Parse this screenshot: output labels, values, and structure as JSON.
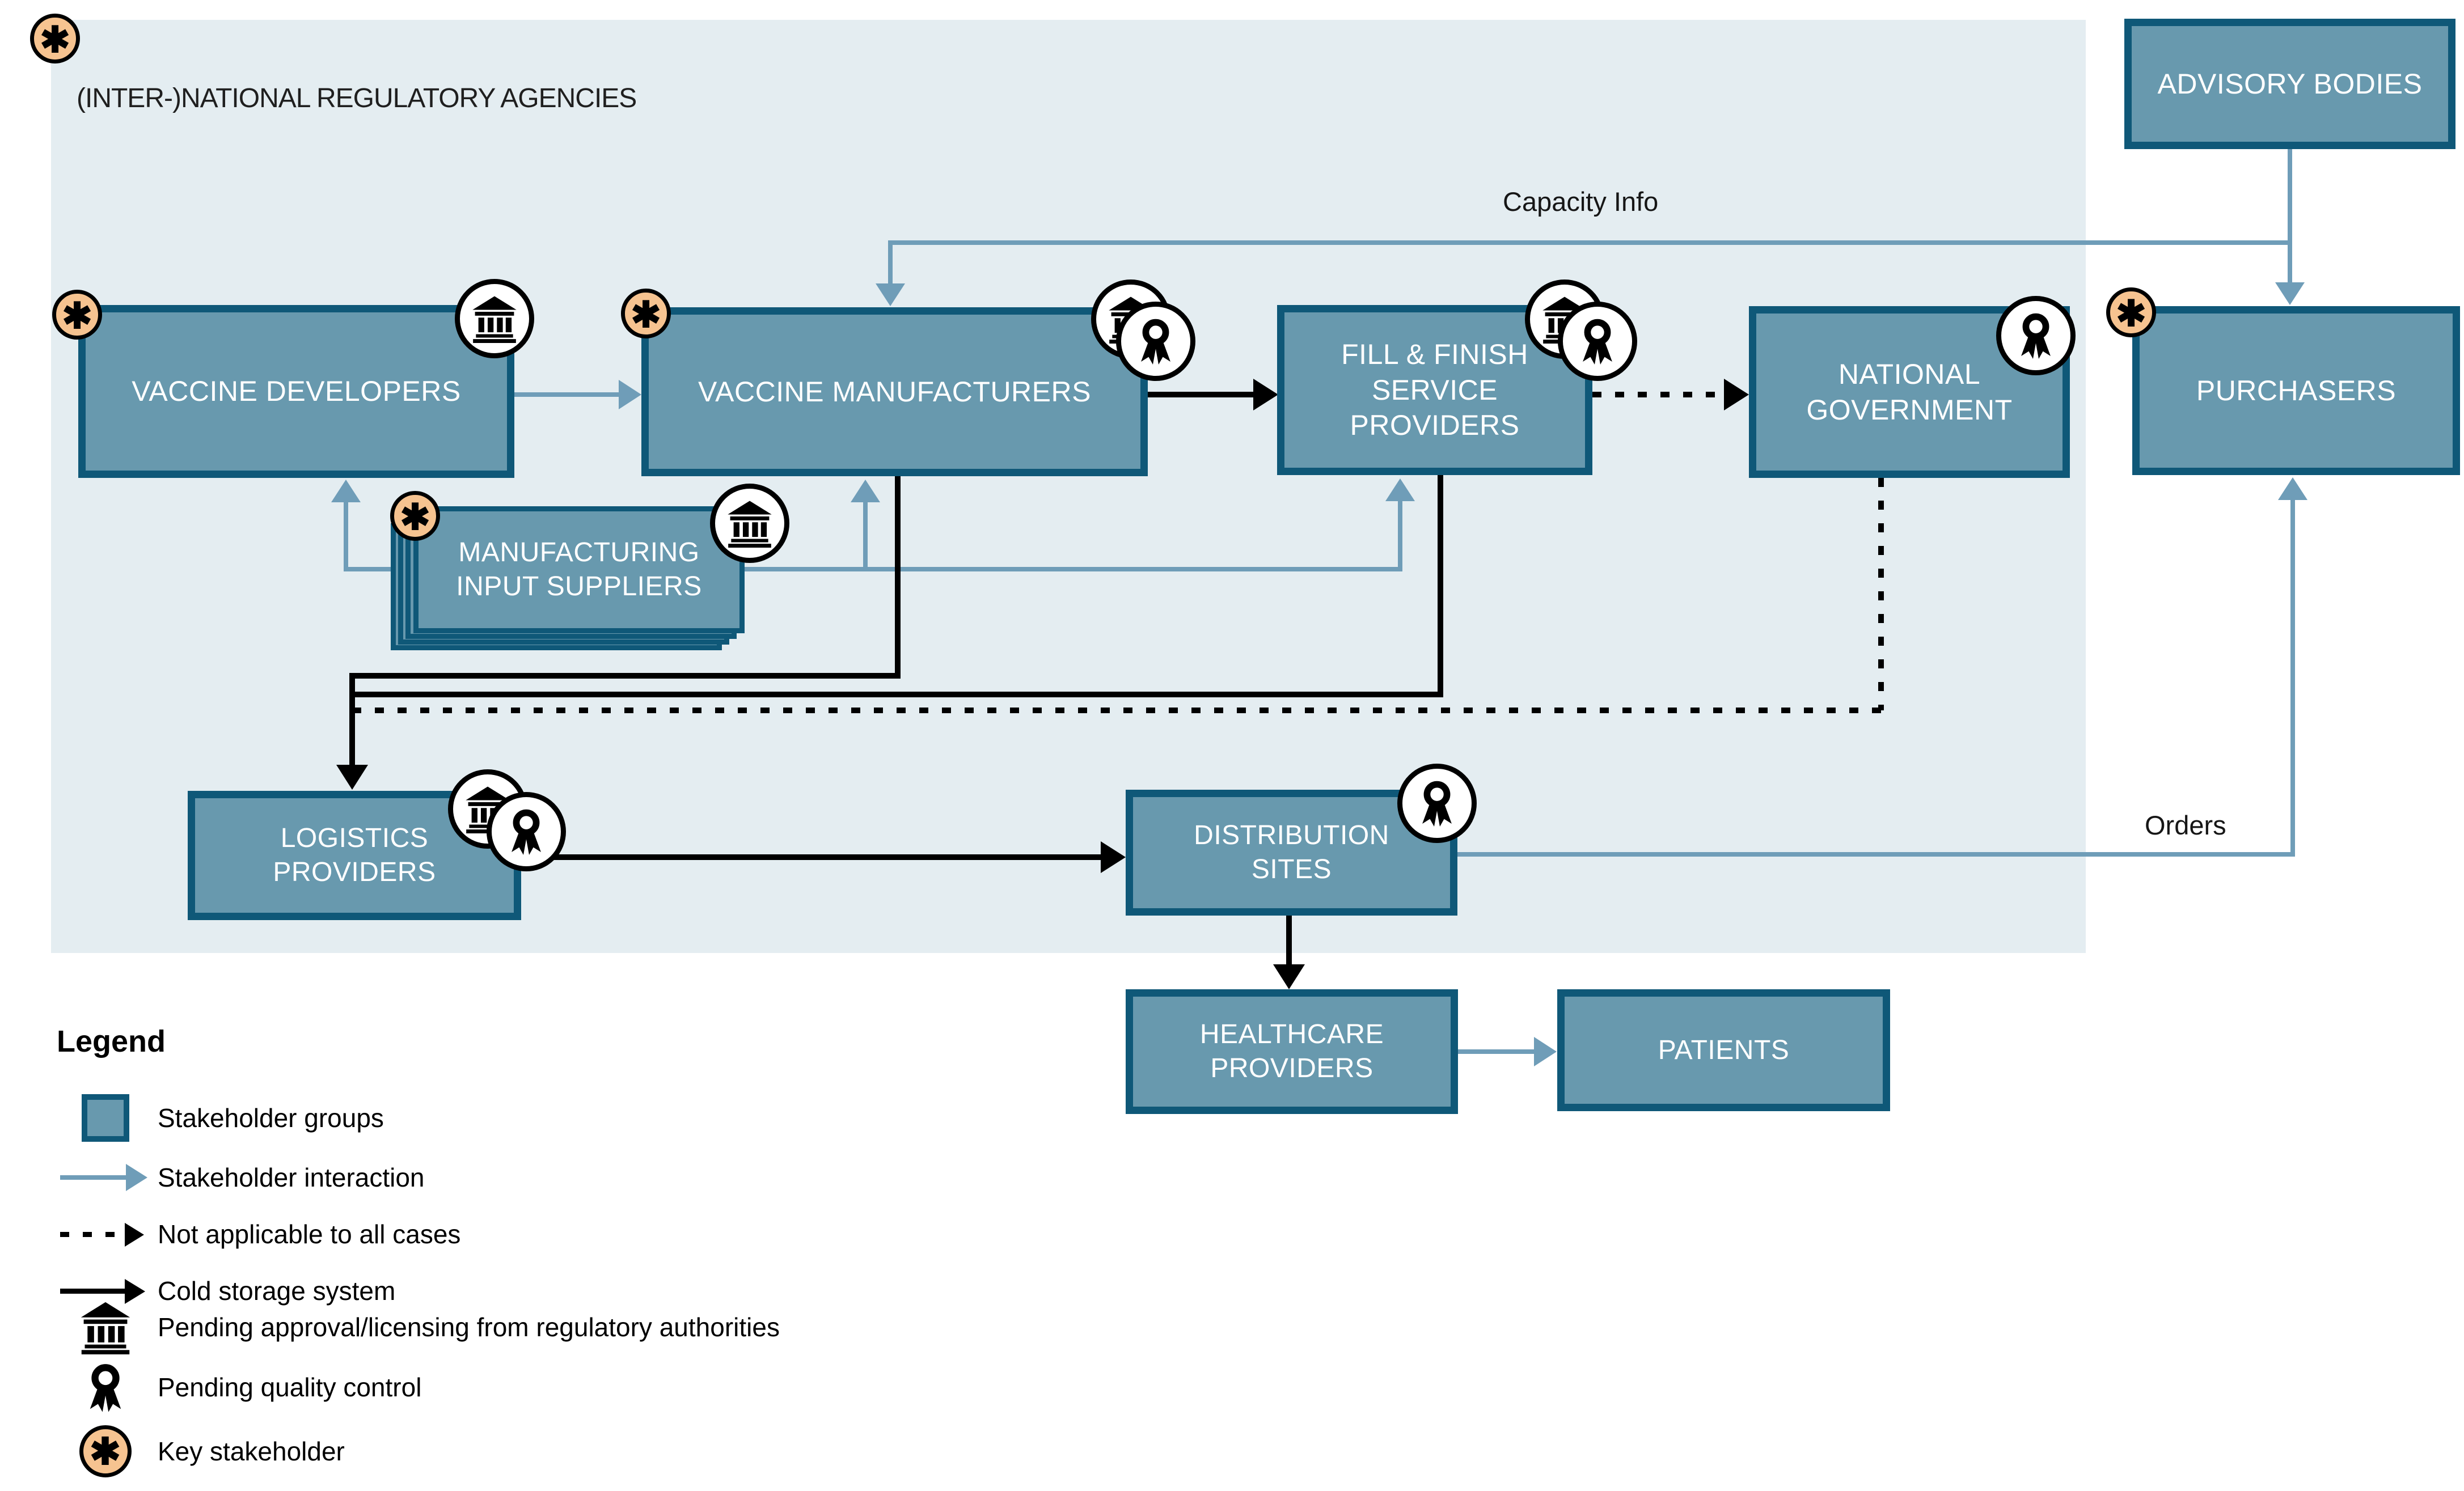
{
  "panel": {
    "title": "(INTER-)NATIONAL REGULATORY AGENCIES"
  },
  "colors": {
    "panel_background": "#e4edf1",
    "node_fill": "#6899ae",
    "node_border": "#0f5878",
    "interaction_arrow": "#6f9db8",
    "cold_storage_arrow": "#000000",
    "key_stakeholder_fill": "#f6c390",
    "node_text": "#ffffff"
  },
  "nodes": {
    "advisory_bodies": {
      "label": "ADVISORY BODIES"
    },
    "vaccine_developers": {
      "label": "VACCINE DEVELOPERS"
    },
    "vaccine_manufacturers": {
      "label": "VACCINE MANUFACTURERS"
    },
    "fill_finish": {
      "label": "FILL & FINISH\nSERVICE\nPROVIDERS"
    },
    "national_government": {
      "label": "NATIONAL\nGOVERNMENT"
    },
    "purchasers": {
      "label": "PURCHASERS"
    },
    "manufacturing_input_suppliers": {
      "label": "MANUFACTURING\nINPUT SUPPLIERS"
    },
    "logistics_providers": {
      "label": "LOGISTICS\nPROVIDERS"
    },
    "distribution_sites": {
      "label": "DISTRIBUTION\nSITES"
    },
    "healthcare_providers": {
      "label": "HEALTHCARE\nPROVIDERS"
    },
    "patients": {
      "label": "PATIENTS"
    }
  },
  "edge_labels": {
    "capacity_info": "Capacity Info",
    "orders": "Orders"
  },
  "legend": {
    "title": "Legend",
    "items": [
      {
        "icon": "stakeholder-swatch",
        "label": "Stakeholder groups"
      },
      {
        "icon": "interaction-arrow",
        "label": "Stakeholder interaction"
      },
      {
        "icon": "dotted-arrow",
        "label": "Not applicable to all cases"
      },
      {
        "icon": "solid-arrow",
        "label": "Cold storage system"
      },
      {
        "icon": "bank-icon",
        "label": "Pending approval/licensing from regulatory authorities"
      },
      {
        "icon": "award-icon",
        "label": "Pending quality control"
      },
      {
        "icon": "key-stakeholder-badge",
        "label": "Key stakeholder"
      }
    ]
  }
}
